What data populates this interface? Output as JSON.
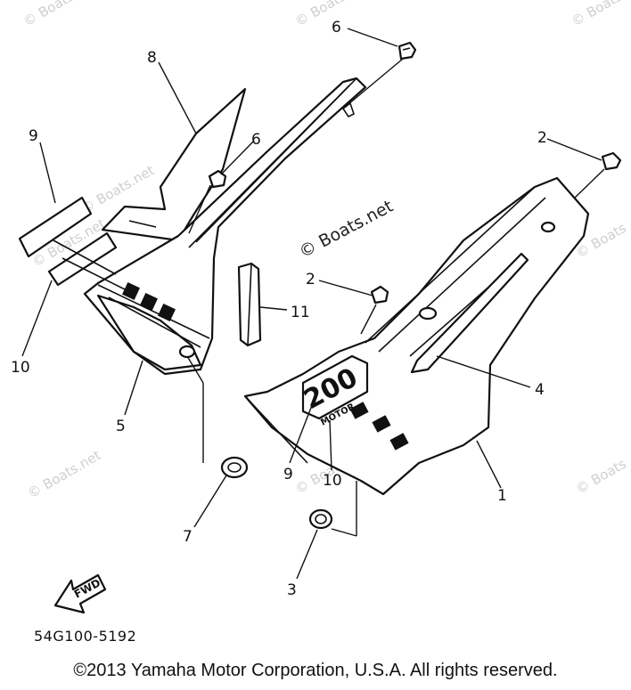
{
  "watermarks": [
    "© Boats.net",
    "© Boats",
    "© Boats",
    "© Boats.net",
    "© Boats",
    "© Boats.net",
    "© Boats",
    "© Boats.net",
    "© Boats.net"
  ],
  "center_watermark": "© Boats.net",
  "callouts": [
    "6",
    "8",
    "9",
    "6",
    "2",
    "2",
    "11",
    "10",
    "5",
    "4",
    "9",
    "10",
    "1",
    "7",
    "3"
  ],
  "decal_text": "200",
  "decal_subtext": "MOTOR",
  "fwd_label": "FWD",
  "diagram_code": "54G100-5192",
  "copyright": "©2013 Yamaha Motor Corporation, U.S.A. All rights reserved."
}
